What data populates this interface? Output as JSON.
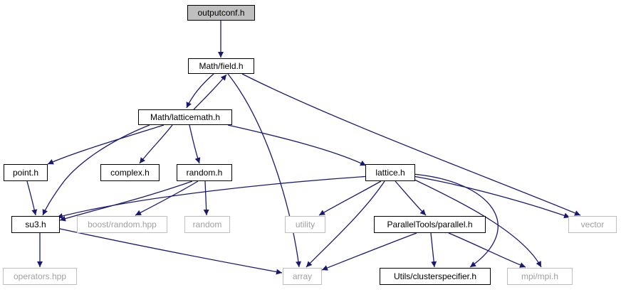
{
  "graph": {
    "edge_color": "#191970",
    "root_fill": "#bfbfbf",
    "external_border": "#bfbfbf",
    "nodes": {
      "outputconf": "outputconf.h",
      "field": "Math/field.h",
      "latticemath": "Math/latticemath.h",
      "point": "point.h",
      "complex": "complex.h",
      "random_h": "random.h",
      "lattice": "lattice.h",
      "su3": "su3.h",
      "boost_random": "boost/random.hpp",
      "random": "random",
      "utility": "utility",
      "parallel": "ParallelTools/parallel.h",
      "vector": "vector",
      "operators": "operators.hpp",
      "array": "array",
      "clusterspecifier": "Utils/clusterspecifier.h",
      "mpi": "mpi/mpi.h"
    },
    "edges": [
      [
        "outputconf",
        "field"
      ],
      [
        "field",
        "latticemath"
      ],
      [
        "latticemath",
        "field"
      ],
      [
        "field",
        "array"
      ],
      [
        "field",
        "vector"
      ],
      [
        "latticemath",
        "point"
      ],
      [
        "latticemath",
        "complex"
      ],
      [
        "latticemath",
        "random_h"
      ],
      [
        "latticemath",
        "lattice"
      ],
      [
        "latticemath",
        "su3"
      ],
      [
        "point",
        "su3"
      ],
      [
        "random_h",
        "su3"
      ],
      [
        "random_h",
        "boost_random"
      ],
      [
        "random_h",
        "random"
      ],
      [
        "lattice",
        "su3"
      ],
      [
        "lattice",
        "utility"
      ],
      [
        "lattice",
        "array"
      ],
      [
        "lattice",
        "parallel"
      ],
      [
        "lattice",
        "vector"
      ],
      [
        "lattice",
        "clusterspecifier"
      ],
      [
        "lattice",
        "mpi"
      ],
      [
        "su3",
        "operators"
      ],
      [
        "su3",
        "array"
      ],
      [
        "parallel",
        "array"
      ],
      [
        "parallel",
        "clusterspecifier"
      ],
      [
        "parallel",
        "mpi"
      ]
    ]
  }
}
